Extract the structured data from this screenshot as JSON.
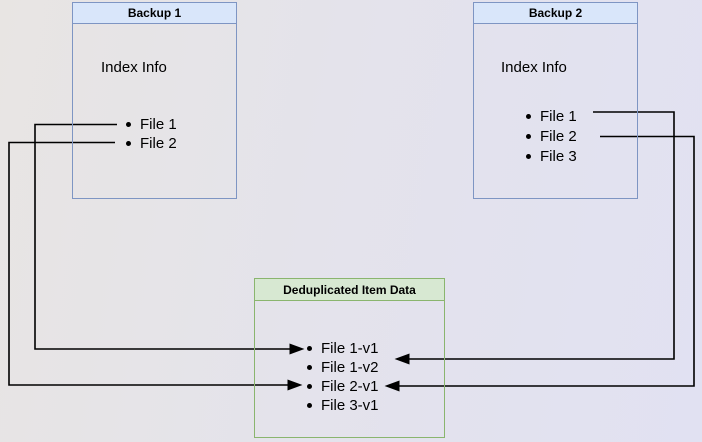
{
  "page": {
    "background_start": "#e8e5e3",
    "background_end": "#e1e1f2",
    "connector_color": "#000000"
  },
  "diagram": {
    "backup1": {
      "title": "Backup 1",
      "index_label": "Index Info",
      "files": [
        "File 1",
        "File 2"
      ],
      "header_fill": "#d9e6fa",
      "border_color": "#7e95c3"
    },
    "backup2": {
      "title": "Backup 2",
      "index_label": "Index Info",
      "files": [
        "File 1",
        "File 2",
        "File 3"
      ],
      "header_fill": "#d9e6fa",
      "border_color": "#7e95c3"
    },
    "dedup": {
      "title": "Deduplicated Item Data",
      "items": [
        "File 1-v1",
        "File 1-v2",
        "File 2-v1",
        "File 3-v1"
      ],
      "header_fill": "#d7e8d2",
      "border_color": "#8ab56e"
    },
    "connections": [
      {
        "from": "Backup 1 / File 1",
        "to": "File 1-v1"
      },
      {
        "from": "Backup 1 / File 2",
        "to": "File 2-v1"
      },
      {
        "from": "Backup 2 / File 1",
        "to": "File 1-v2"
      },
      {
        "from": "Backup 2 / File 2",
        "to": "File 2-v1"
      }
    ]
  }
}
